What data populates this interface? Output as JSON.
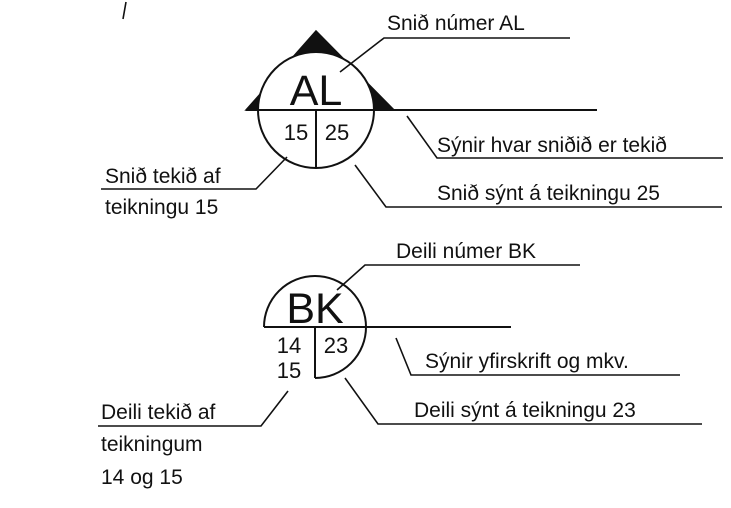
{
  "section_marker": {
    "id": "AL",
    "sheet_taken": "15",
    "sheet_shown": "25",
    "label_number": "Snið númer AL",
    "label_direction": "Sýnir hvar sniðið er tekið",
    "label_taken_line1": "Snið tekið af",
    "label_taken_line2": "teikningu 15",
    "label_shown": "Snið sýnt á teikningu 25"
  },
  "detail_marker": {
    "id": "BK",
    "sheet_taken_1": "14",
    "sheet_taken_2": "15",
    "sheet_shown": "23",
    "label_number": "Deili númer BK",
    "label_title": "Sýnir yfirskrift og mkv.",
    "label_taken_line1": "Deili tekið af",
    "label_taken_line2": "teikningum",
    "label_taken_line3": "14 og 15",
    "label_shown": "Deili sýnt á teikningu 23"
  },
  "colors": {
    "ink": "#111111",
    "background": "#ffffff"
  }
}
